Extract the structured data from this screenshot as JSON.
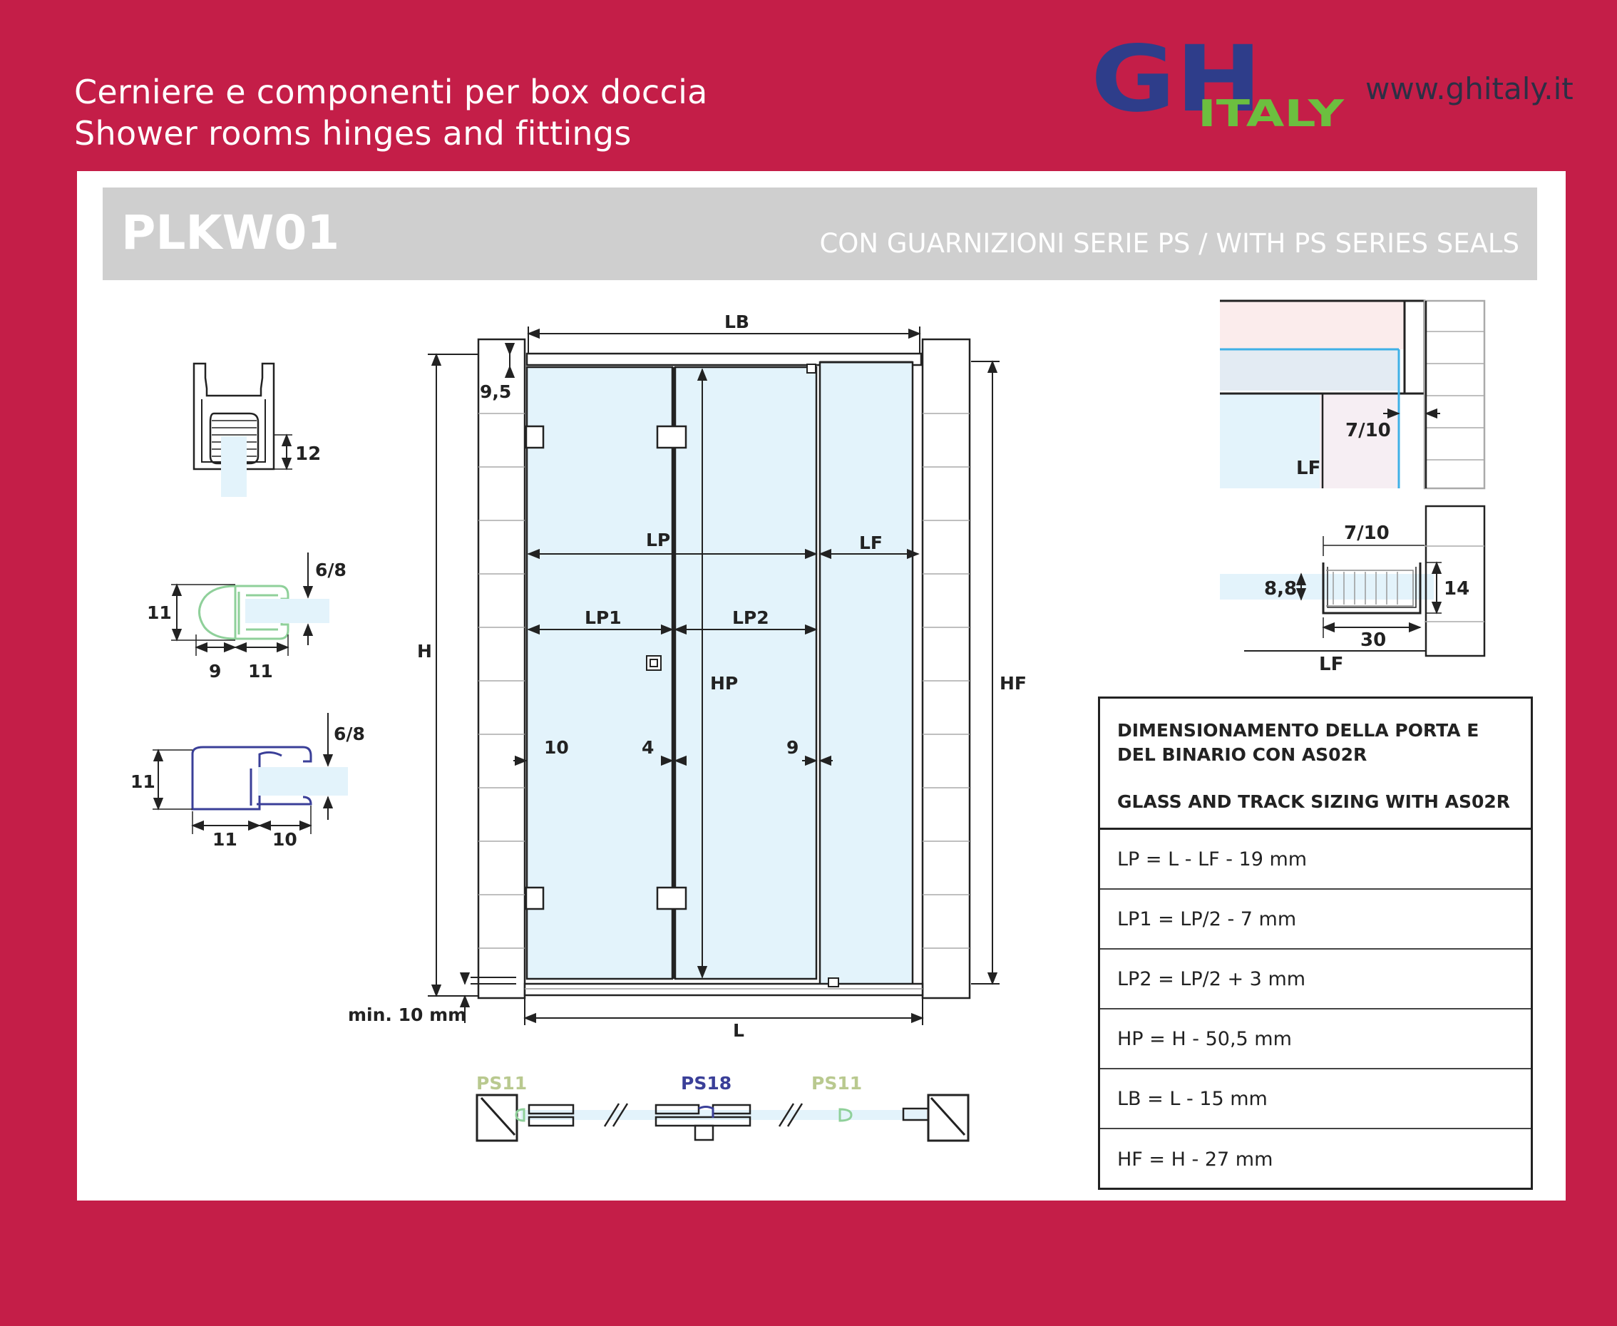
{
  "header": {
    "line1": "Cerniere e componenti per box doccia",
    "line2": "Shower rooms hinges and fittings",
    "website": "www.ghitaly.it"
  },
  "logo": {
    "letters": "GH",
    "word": "ITALY",
    "colors": {
      "gh": "#2e3d8a",
      "italy": "#6cbf3f"
    }
  },
  "product": {
    "code": "PLKW01",
    "subtitle": "CON GUARNIZIONI SERIE PS / WITH PS SERIES SEALS"
  },
  "front_view": {
    "labels": {
      "lb": "LB",
      "h": "H",
      "hf": "HF",
      "lp": "LP",
      "lf": "LF",
      "lp1": "LP1",
      "lp2": "LP2",
      "hp": "HP",
      "l": "L"
    },
    "dims": {
      "top_gap": "9,5",
      "left_gap": "10",
      "center_gap": "4",
      "right_gap": "9",
      "bottom_gap": "min. 10 mm"
    }
  },
  "profiles": {
    "track": {
      "dim": "12"
    },
    "seal_green": {
      "height": "11",
      "glass": "6/8",
      "w1": "9",
      "w2": "11"
    },
    "seal_blue": {
      "height": "11",
      "glass": "6/8",
      "w1": "11",
      "w2": "10"
    }
  },
  "plan_section": {
    "labels": [
      "PS11",
      "PS18",
      "PS11"
    ]
  },
  "detail_top": {
    "gap": "7/10",
    "lf": "LF"
  },
  "detail_bottom": {
    "gap": "7/10",
    "glass": "8,8",
    "height": "14",
    "width": "30",
    "lf": "LF"
  },
  "sizing_table": {
    "title_it": "DIMENSIONAMENTO DELLA PORTA E DEL BINARIO CON AS02R",
    "title_en": "GLASS AND TRACK SIZING WITH AS02R",
    "rows": [
      "LP = L - LF - 19 mm",
      "LP1 = LP/2 - 7 mm",
      "LP2 = LP/2 + 3 mm",
      "HP = H - 50,5 mm",
      "LB = L - 15 mm",
      "HF = H - 27 mm"
    ]
  },
  "colors": {
    "background": "#c41e48",
    "glass": "#e3f3fb",
    "band": "#cfcfcf",
    "ink": "#222222",
    "seal_green": "#8fd09a",
    "seal_blue": "#3a3f98"
  }
}
